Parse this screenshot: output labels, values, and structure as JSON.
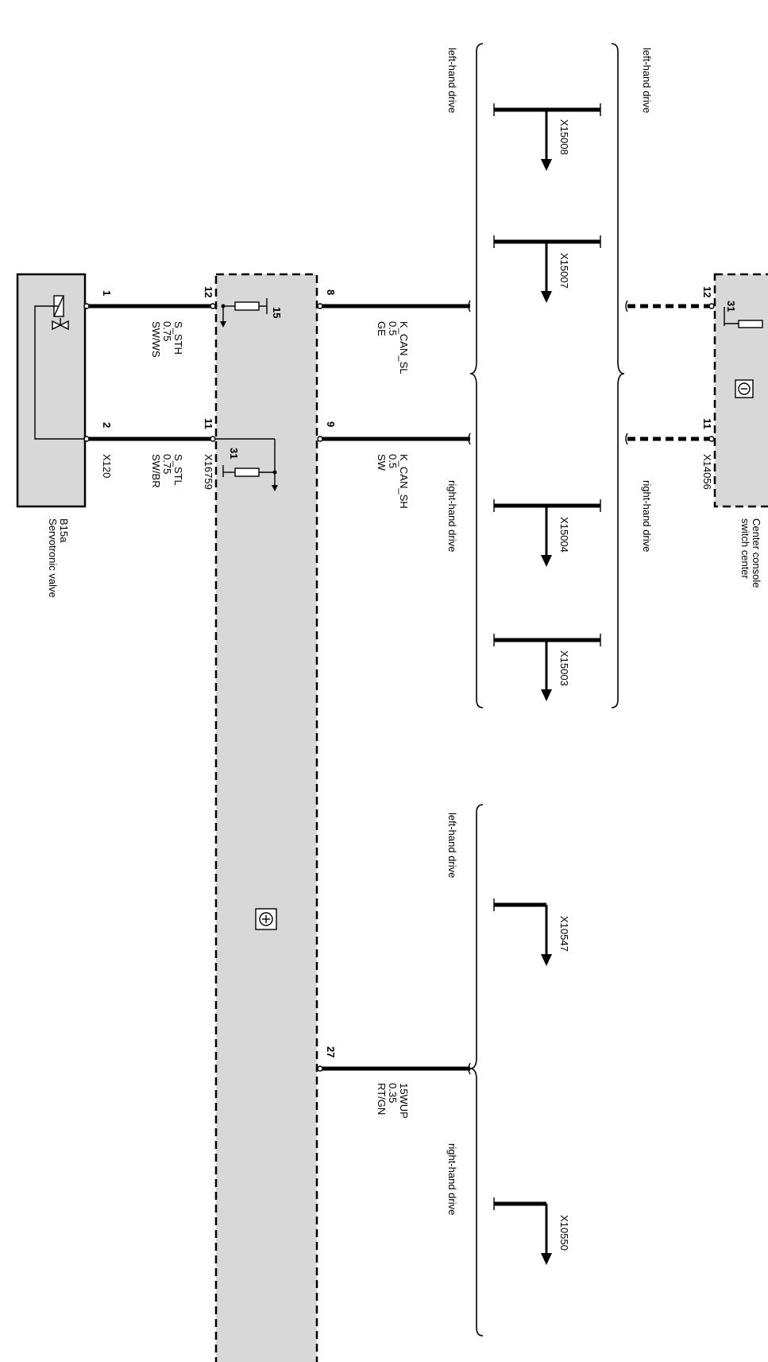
{
  "left_brace_label": "left-hand drive",
  "right_brace_label": "right-hand drive",
  "top_connectors_lhd": [
    "X15008",
    "X15007"
  ],
  "top_connectors_rhd": [
    "X15004",
    "X15003"
  ],
  "bottom_connectors": {
    "lhd": "X10547",
    "rhd": "X10550"
  },
  "center_console": {
    "name": "Center console switch center",
    "line1": "Center console",
    "line2": "switch center",
    "connector": "X14056",
    "pin_a": "12",
    "pin_b": "11",
    "ground": "31"
  },
  "control_unit": {
    "connector": "X16759",
    "pin_sth": "12",
    "pin_stl": "11",
    "pin_can_l": "8",
    "pin_can_h": "9",
    "pin_wup": "27",
    "supply": "15",
    "ground": "31"
  },
  "wires": {
    "can_l": {
      "signal": "K_CAN_SL",
      "gauge": "0.5",
      "color": "GE"
    },
    "can_h": {
      "signal": "K_CAN_SH",
      "gauge": "0.5",
      "color": "SW"
    },
    "sth": {
      "signal": "S_STH",
      "gauge": "0.75",
      "color": "SW/WS"
    },
    "stl": {
      "signal": "S_STL",
      "gauge": "0.75",
      "color": "SW/BR"
    },
    "wup": {
      "signal": "15WUP",
      "gauge": "0.35",
      "color": "RT/GN"
    }
  },
  "valve": {
    "id": "B15a",
    "name": "Servotronic valve",
    "connector": "X120",
    "pin_1": "1",
    "pin_2": "2"
  },
  "colors": {
    "module_fill": "#d8d8d8",
    "line": "#000000"
  }
}
